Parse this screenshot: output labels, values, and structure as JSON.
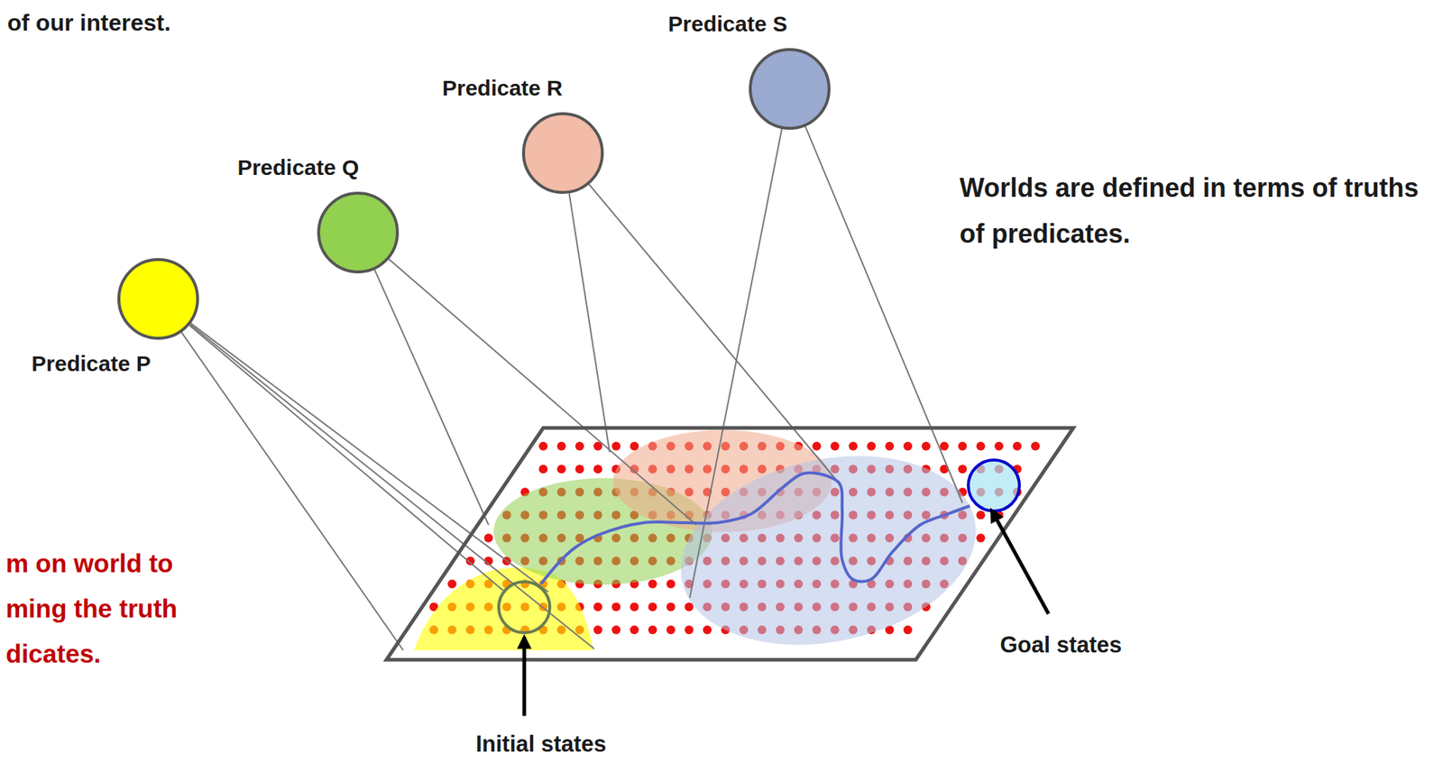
{
  "diagram": {
    "nodes": [
      {
        "text": [
          "Predicate S"
        ]
      },
      {
        "text": [
          "Predicate R"
        ]
      },
      {
        "text": [
          "Predicate Q"
        ]
      },
      {
        "text": [
          "Predicate P"
        ]
      }
    ],
    "labels": [
      "of our interest.",
      "Worlds are defined in terms of truths of predicates.",
      "m on world to ming the truth dicates.",
      "Goal states",
      "Initial states"
    ]
  }
}
